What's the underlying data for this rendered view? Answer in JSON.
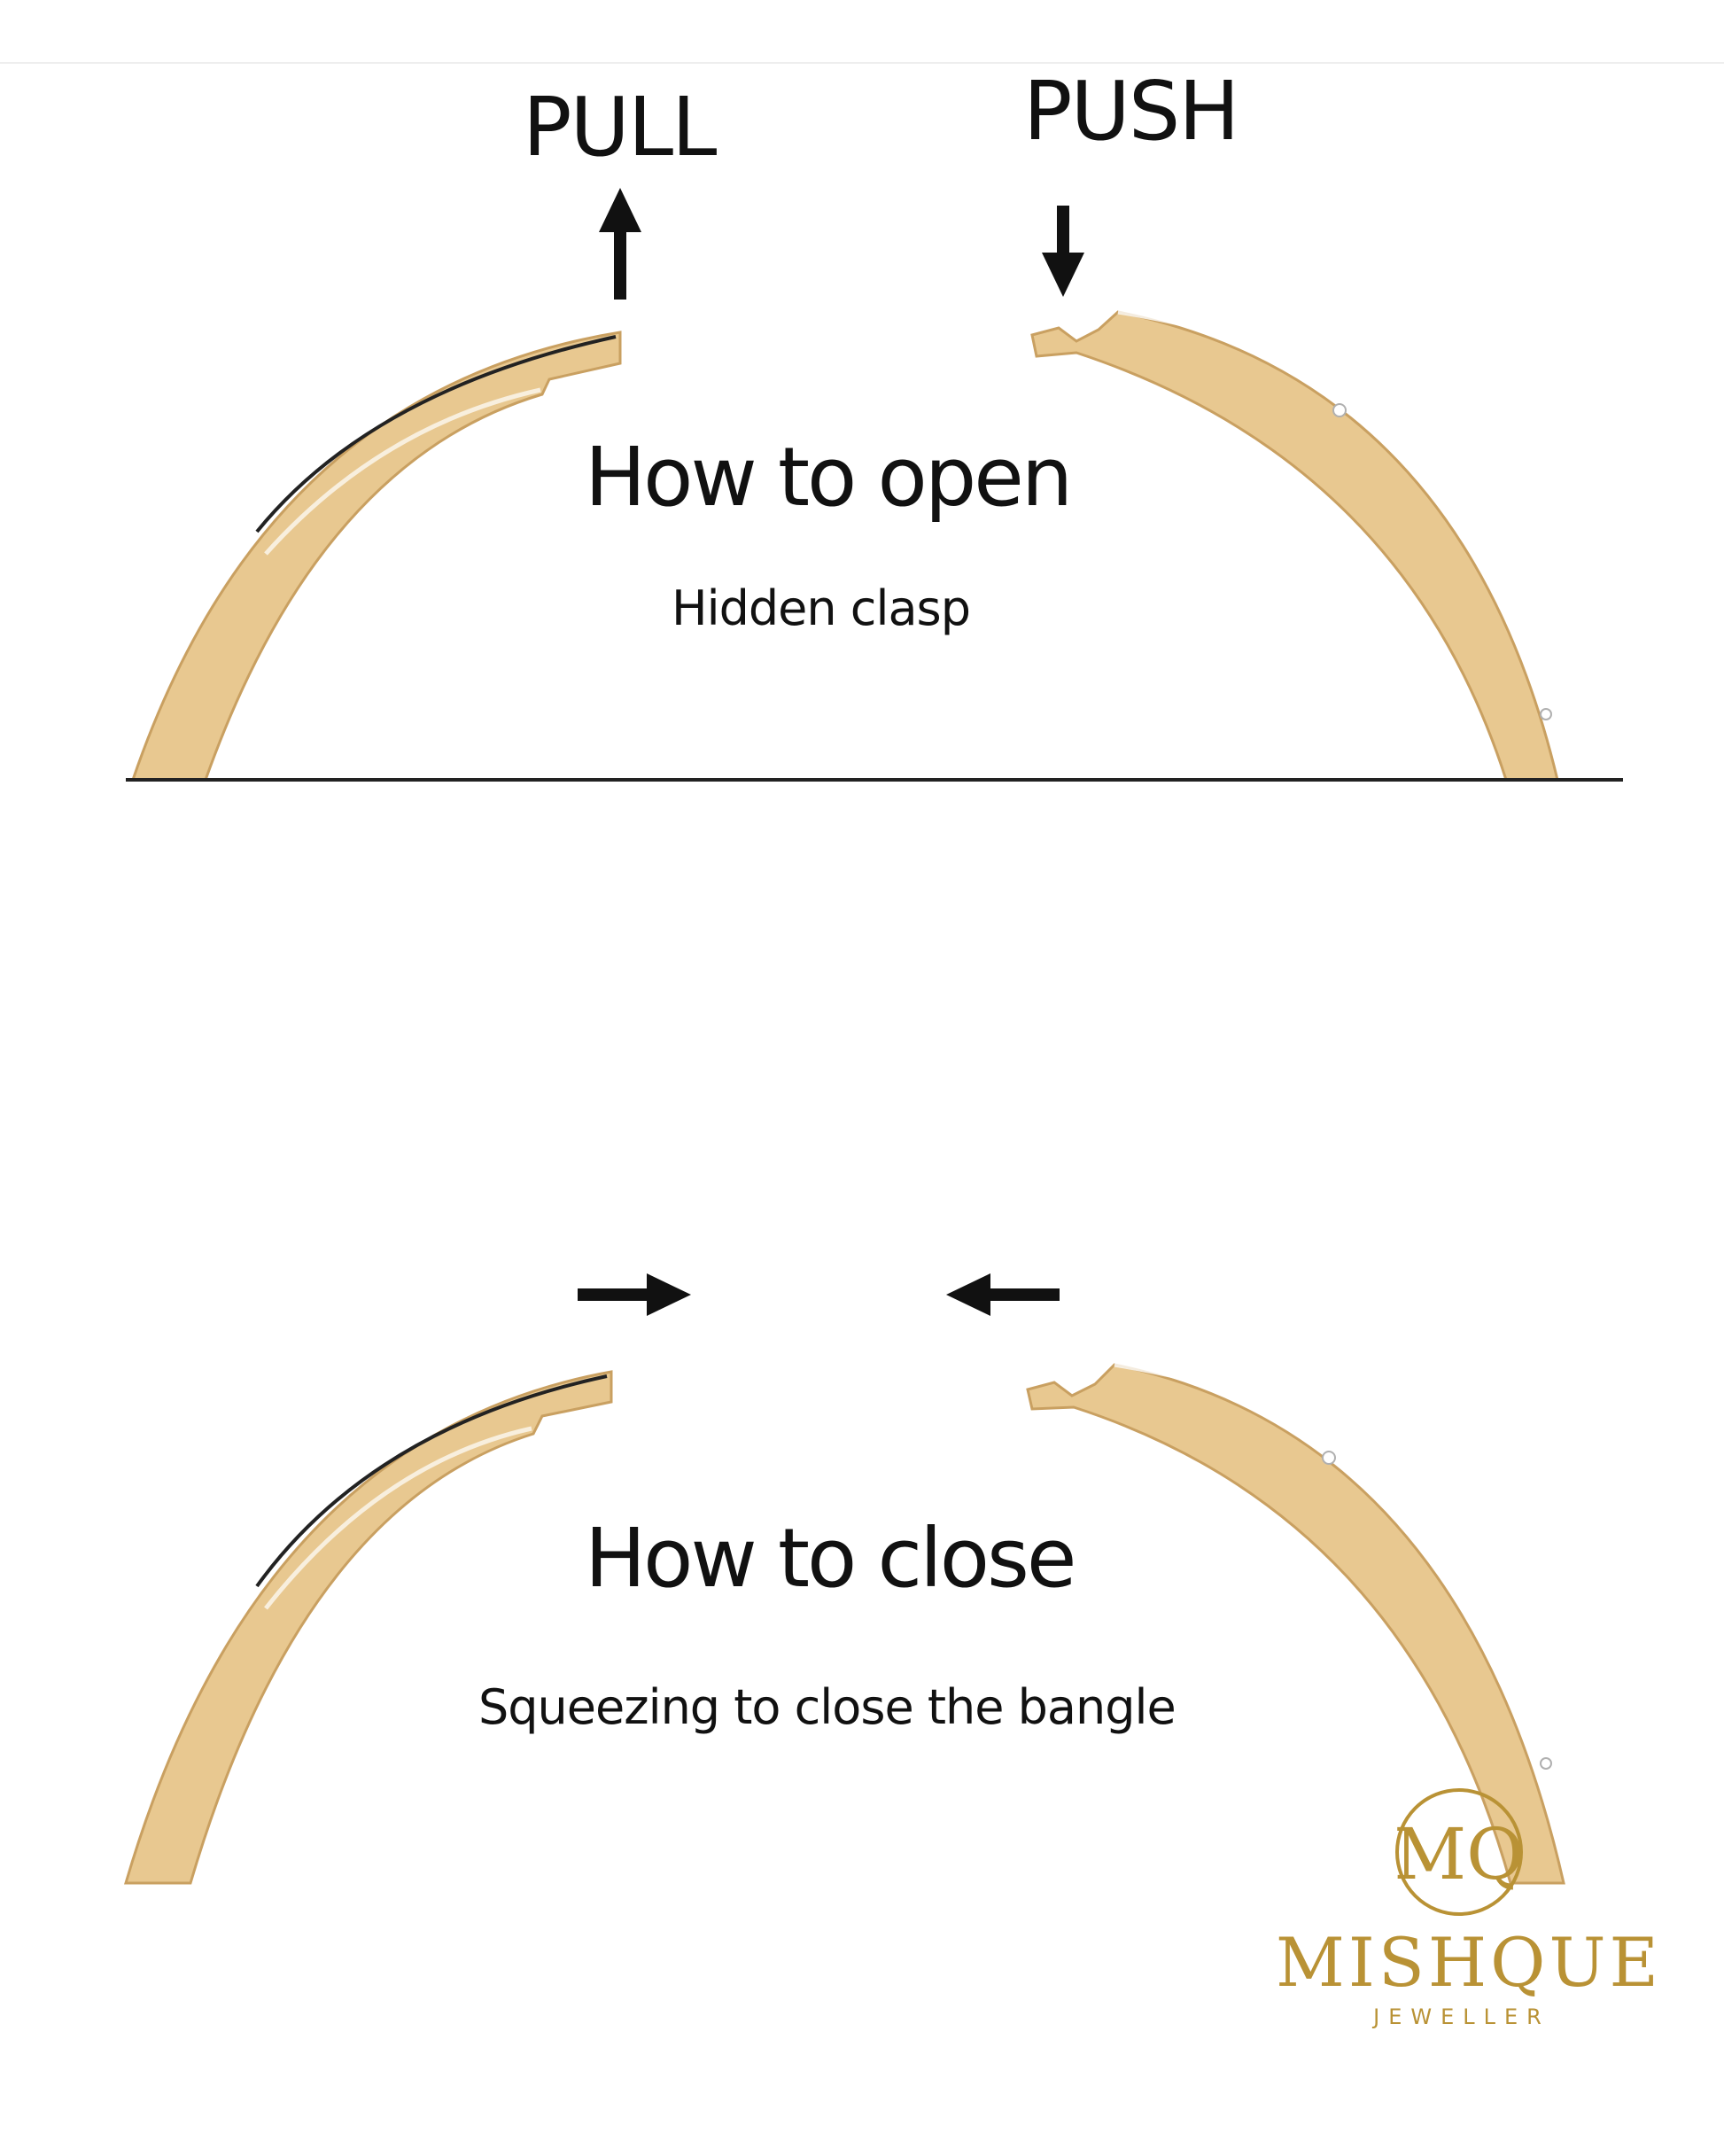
{
  "labels": {
    "pull": "PULL",
    "push": "PUSH",
    "open_title": "How to open",
    "open_subtitle": "Hidden clasp",
    "close_title": "How to close",
    "close_subtitle": "Squeezing to close the bangle"
  },
  "brand": {
    "name": "MISHQUE",
    "tagline": "JEWELLER",
    "monogram": "MQ",
    "color": "#b99235"
  },
  "colors": {
    "bangle_fill": "#e8c890",
    "bangle_edge": "#c9a061",
    "arrow": "#111111",
    "base_line": "#222222"
  },
  "icons": [
    "arrow-up-icon",
    "arrow-down-icon",
    "arrow-right-icon",
    "arrow-left-icon",
    "monogram-logo-icon"
  ]
}
